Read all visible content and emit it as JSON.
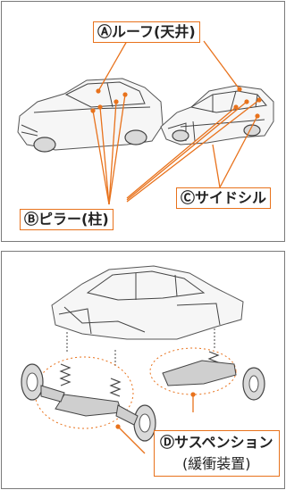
{
  "labels": {
    "roof": "Ⓐルーフ(天井)",
    "pillar": "Ⓑピラー(柱)",
    "side_sill": "Ⓒサイドシル",
    "suspension_line1": "Ⓓサスペンション",
    "suspension_line2": "(緩衝装置)"
  },
  "colors": {
    "accent": "#e8721c",
    "border": "#7a7a7a"
  }
}
